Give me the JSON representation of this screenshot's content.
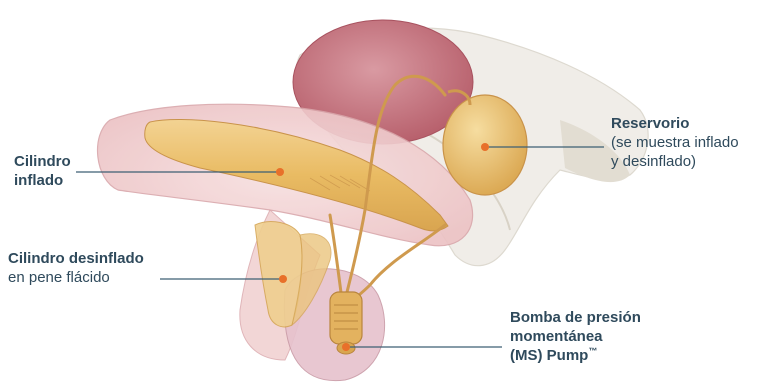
{
  "labels": {
    "inflated_cylinder": {
      "line1": "Cilindro",
      "line2": "inflado"
    },
    "deflated_cylinder": {
      "line1": "Cilindro desinflado",
      "line2": "en pene flácido"
    },
    "reservoir": {
      "line1": "Reservorio",
      "line2": "(se muestra inflado",
      "line3": "y desinflado)"
    },
    "pump": {
      "line1": "Bomba de presión",
      "line2": "momentánea",
      "line3": "(MS) Pump",
      "trademark": "™"
    }
  },
  "colors": {
    "label_text": "#2f4a5c",
    "leader_line": "#3d5f73",
    "marker_dot": "#e8702a",
    "device_gold": "#e7b962",
    "bladder": "#c97c86",
    "tissue": "#f2d3d3",
    "bone": "#ece9e2"
  }
}
